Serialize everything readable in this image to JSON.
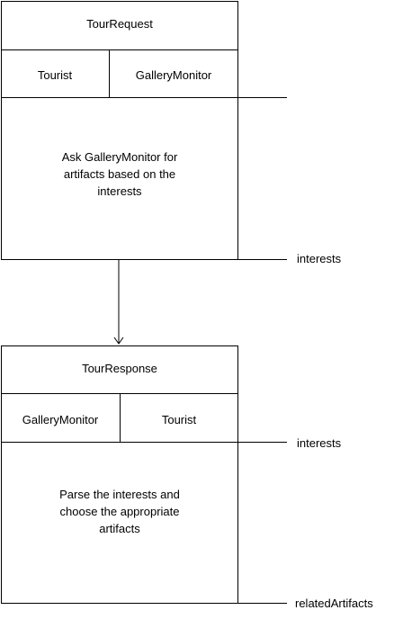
{
  "request_block": {
    "title": "TourRequest",
    "sender": "Tourist",
    "receiver": "GalleryMonitor",
    "description": "Ask GalleryMonitor for artifacts based on the interests",
    "out_param": "interests"
  },
  "response_block": {
    "title": "TourResponse",
    "sender": "GalleryMonitor",
    "receiver": "Tourist",
    "description": "Parse the interests and choose the appropriate artifacts",
    "in_param": "interests",
    "out_param": "relatedArtifacts"
  }
}
